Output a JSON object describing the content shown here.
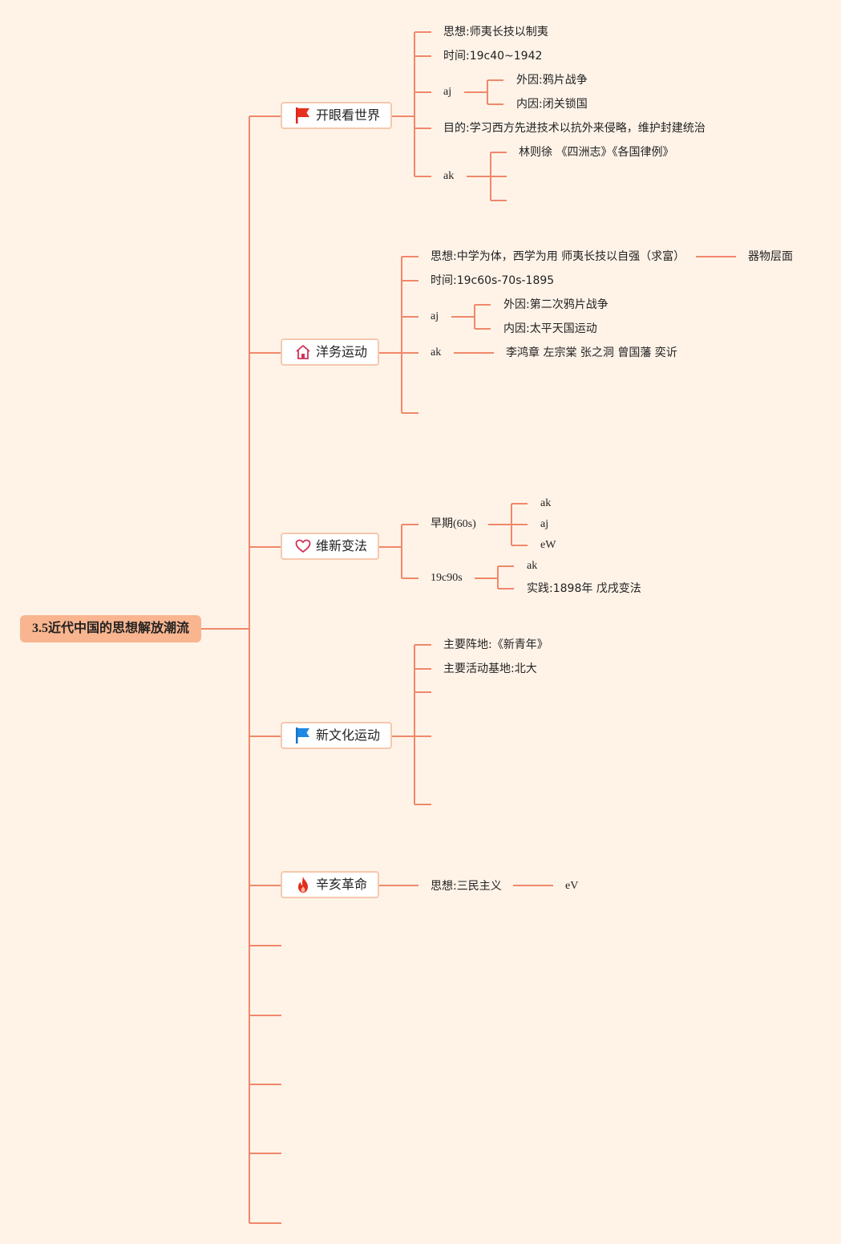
{
  "root": {
    "label": "3.5近代中国的思想解放潮流"
  },
  "colors": {
    "line": "#f0886a",
    "root_fill": "#f9b58f",
    "background": "#fff3e8"
  },
  "topics": [
    {
      "label": "开眼看世界",
      "icon": "red-flag-icon",
      "children": {
        "idea": "思想:师夷长技以制夷",
        "time": "时间:19c40~1942",
        "aj": "aj",
        "aj_ext": "外因:鸦片战争",
        "aj_int": "内因:闭关锁国",
        "goal": "目的:学习西方先进技术以抗外来侵略，维护封建统治",
        "ak": "ak",
        "ak_item": "林则徐 《四洲志》《各国律例》"
      }
    },
    {
      "label": "洋务运动",
      "icon": "house-icon",
      "children": {
        "idea": "思想:中学为体，西学为用 师夷长技以自强（求富）",
        "idea_note": "器物层面",
        "time": "时间:19c60s-70s-1895",
        "aj": "aj",
        "aj_ext": "外因:第二次鸦片战争",
        "aj_int": "内因:太平天国运动",
        "ak": "ak",
        "ak_item": "李鸿章 左宗棠 张之洞 曾国藩 奕䜣"
      }
    },
    {
      "label": "维新变法",
      "icon": "heart-icon",
      "children": {
        "early": "早期(60s)",
        "early_ak": "ak",
        "early_aj": "aj",
        "early_ew": "eW",
        "late": "19c90s",
        "late_ak": "ak",
        "late_practice": "实践:1898年 戊戌变法"
      }
    },
    {
      "label": "新文化运动",
      "icon": "blue-flag-icon",
      "children": {
        "base": "主要阵地:《新青年》",
        "activity": "主要活动基地:北大"
      }
    },
    {
      "label": "辛亥革命",
      "icon": "fire-icon",
      "children": {
        "idea": "思想:三民主义",
        "idea_note": "eV"
      }
    }
  ]
}
